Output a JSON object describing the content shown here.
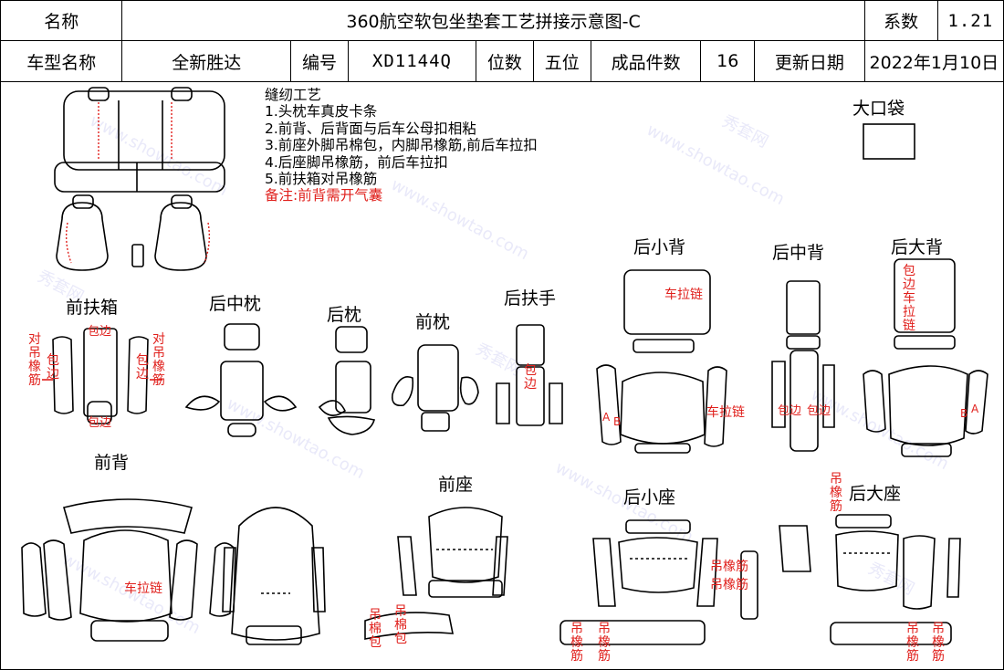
{
  "header": {
    "name_label": "名称",
    "title": "360航空软包坐垫套工艺拼接示意图-C",
    "coef_label": "系数",
    "coef_value": "1.21",
    "model_label": "车型名称",
    "model_value": "全新胜达",
    "code_label": "编号",
    "code_value": "XD1144Q",
    "seat_label": "位数",
    "seat_value": "五位",
    "pieces_label": "成品件数",
    "pieces_value": "16",
    "update_label": "更新日期",
    "update_value": "2022年1月10日"
  },
  "notes": {
    "title": "缝纫工艺",
    "items": [
      "1.头枕车真皮卡条",
      "2.前背、后背面与后车公母扣相粘",
      "3.前座外脚吊棉包，内脚吊橡筋,前后车拉扣",
      "4.后座脚吊橡筋，前后车拉扣",
      "5.前扶箱对吊橡筋"
    ],
    "remark": "备注:前背需开气囊"
  },
  "parts": {
    "big_pocket": "大口袋",
    "rear_small_back": "后小背",
    "rear_mid_back": "后中背",
    "rear_big_back": "后大背",
    "front_armrest": "前扶箱",
    "rear_mid_pillow": "后中枕",
    "rear_pillow": "后枕",
    "front_pillow": "前枕",
    "rear_armrest": "后扶手",
    "front_back": "前背",
    "front_seat": "前座",
    "rear_small_seat": "后小座",
    "rear_big_seat": "后大座"
  },
  "annotations": {
    "zipper": "车拉链",
    "binding": "包边",
    "hang_elastic": "吊橡筋",
    "pair_hang_elastic": "对吊橡筋",
    "hang_cotton": "吊棉包",
    "wrap_zip": "包边车拉链",
    "a": "A",
    "b": "B"
  },
  "watermark": {
    "site": "www.showtao.com",
    "brand": "秀套网"
  },
  "colors": {
    "annotation_red": "#e0201c",
    "line": "#000000"
  }
}
